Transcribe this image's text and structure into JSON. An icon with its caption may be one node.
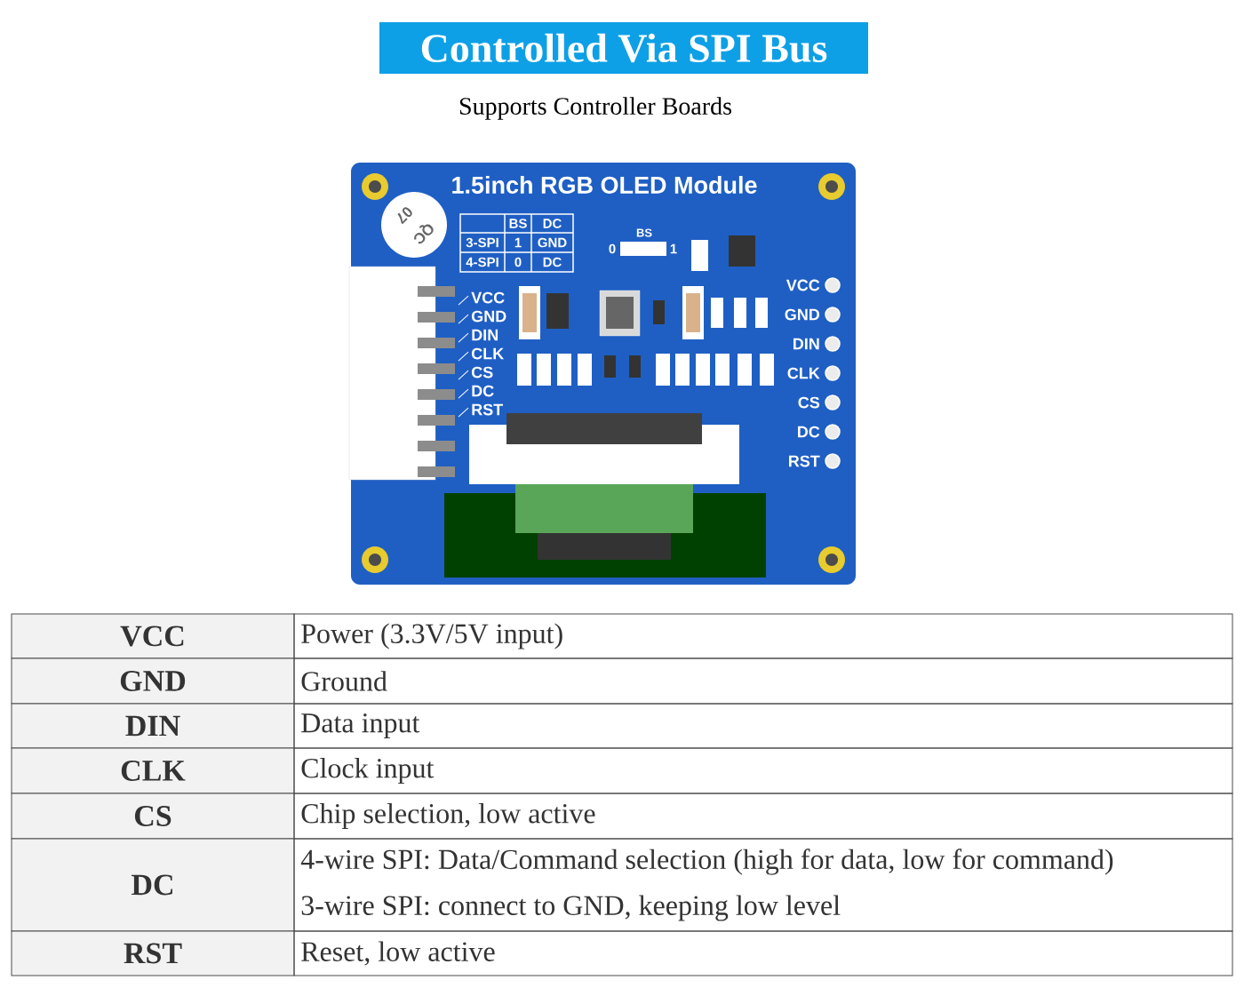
{
  "diagram": {
    "title": "Controlled Via SPI Bus",
    "labels": [
      "Supports Controller Boards",
      "1.5inch RGB OLED Module",
      "BS",
      "DC",
      "3-SPI",
      "1",
      "GND",
      "4-SPI",
      "0",
      "DC",
      "BS",
      "0",
      "1",
      "QC",
      "07",
      "VCC",
      "GND",
      "DIN",
      "CLK",
      "CS",
      "DC",
      "RST",
      "VCC",
      "GND",
      "DIN",
      "CLK",
      "CS",
      "DC",
      "RST",
      "VCC",
      "Power (3.3V/5V input)",
      "GND",
      "Ground",
      "DIN",
      "Data input",
      "CLK",
      "Clock input",
      "CS",
      "Chip selection, low active",
      "DC",
      "4-wire SPI: Data/Command selection (high for data, low for command)",
      "3-wire SPI: connect to GND, keeping low level",
      "RST",
      "Reset, low active"
    ]
  }
}
